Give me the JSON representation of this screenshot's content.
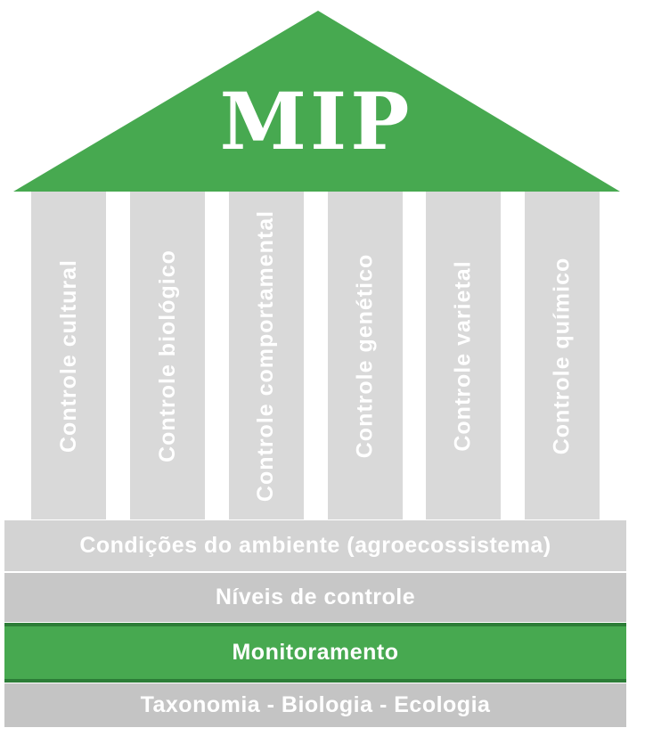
{
  "diagram": {
    "title": "MIP",
    "pillars": [
      {
        "label": "Controle cultural"
      },
      {
        "label": "Controle biológico"
      },
      {
        "label": "Controle comportamental"
      },
      {
        "label": "Controle genético"
      },
      {
        "label": "Controle varietal"
      },
      {
        "label": "Controle químico"
      }
    ],
    "foundation": [
      {
        "label": "Condições do ambiente (agroecossistema)",
        "color": "#d3d3d3"
      },
      {
        "label": "Níveis de controle",
        "color": "#c7c7c7"
      },
      {
        "label": "Monitoramento",
        "color": "#47a950",
        "border_color": "#2c7d37"
      },
      {
        "label": "Taxonomia - Biologia - Ecologia",
        "color": "#c4c4c4"
      }
    ],
    "colors": {
      "roof_green": "#47a950",
      "pillar_gray": "#d9d9d9",
      "label_text": "#ffffff"
    }
  }
}
